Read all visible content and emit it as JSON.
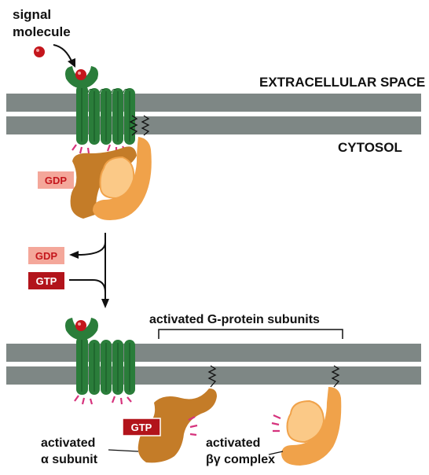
{
  "labels": {
    "signal_line1": "signal",
    "signal_line2": "molecule",
    "extracellular": "EXTRACELLULAR SPACE",
    "cytosol": "CYTOSOL",
    "activated_subunits": "activated G-protein subunits",
    "alpha_line1": "activated",
    "alpha_line2": "α subunit",
    "betagamma_line1": "activated",
    "betagamma_line2": "βγ complex"
  },
  "chips": {
    "gdp_bound": "GDP",
    "gdp_released": "GDP",
    "gtp_incoming": "GTP",
    "gtp_bound": "GTP"
  },
  "colors": {
    "membrane": "#7e8785",
    "receptor": "#2a7d3a",
    "ligand": "#c4161c",
    "alpha_subunit": "#c47c28",
    "betagamma_subunit": "#f0a24a",
    "betagamma_inner": "#fbc987",
    "gdp_chip": "#f4a79a",
    "gdp_text": "#c4161c",
    "gtp_chip": "#b2141b",
    "gtp_text": "#ffffff",
    "activity_marks": "#d6337d"
  }
}
